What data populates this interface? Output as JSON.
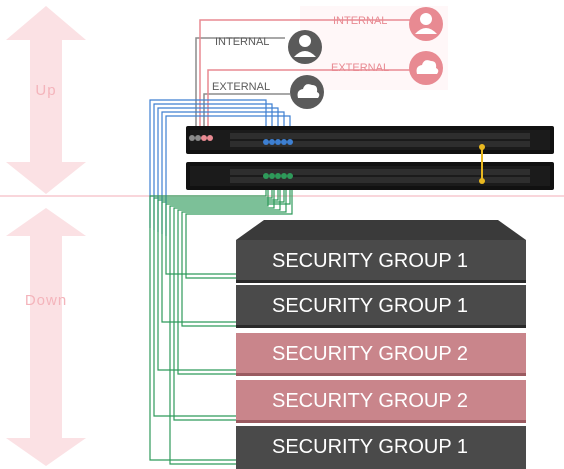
{
  "zones": {
    "up": "Up",
    "down": "Down",
    "zone_color": "#f7c9cf"
  },
  "connections": [
    {
      "label": "INTERNAL",
      "icon": "user-icon",
      "color": "#e88a92"
    },
    {
      "label": "INTERNAL",
      "icon": "user-icon",
      "color": "#5a5a5a"
    },
    {
      "label": "EXTERNAL",
      "icon": "cloud-icon",
      "color": "#e88a92"
    },
    {
      "label": "EXTERNAL",
      "icon": "cloud-icon",
      "color": "#5a5a5a"
    }
  ],
  "security_groups": [
    {
      "label": "SECURITY GROUP 1",
      "color": "#4a4a4a"
    },
    {
      "label": "SECURITY GROUP 1",
      "color": "#4a4a4a"
    },
    {
      "label": "SECURITY GROUP 2",
      "color": "#c9858b"
    },
    {
      "label": "SECURITY GROUP 2",
      "color": "#c9858b"
    },
    {
      "label": "SECURITY GROUP 1",
      "color": "#4a4a4a"
    }
  ],
  "cable_colors": {
    "uplink": "#3d7fd1",
    "downlink": "#2e9a5a",
    "interlink": "#e8b820"
  }
}
